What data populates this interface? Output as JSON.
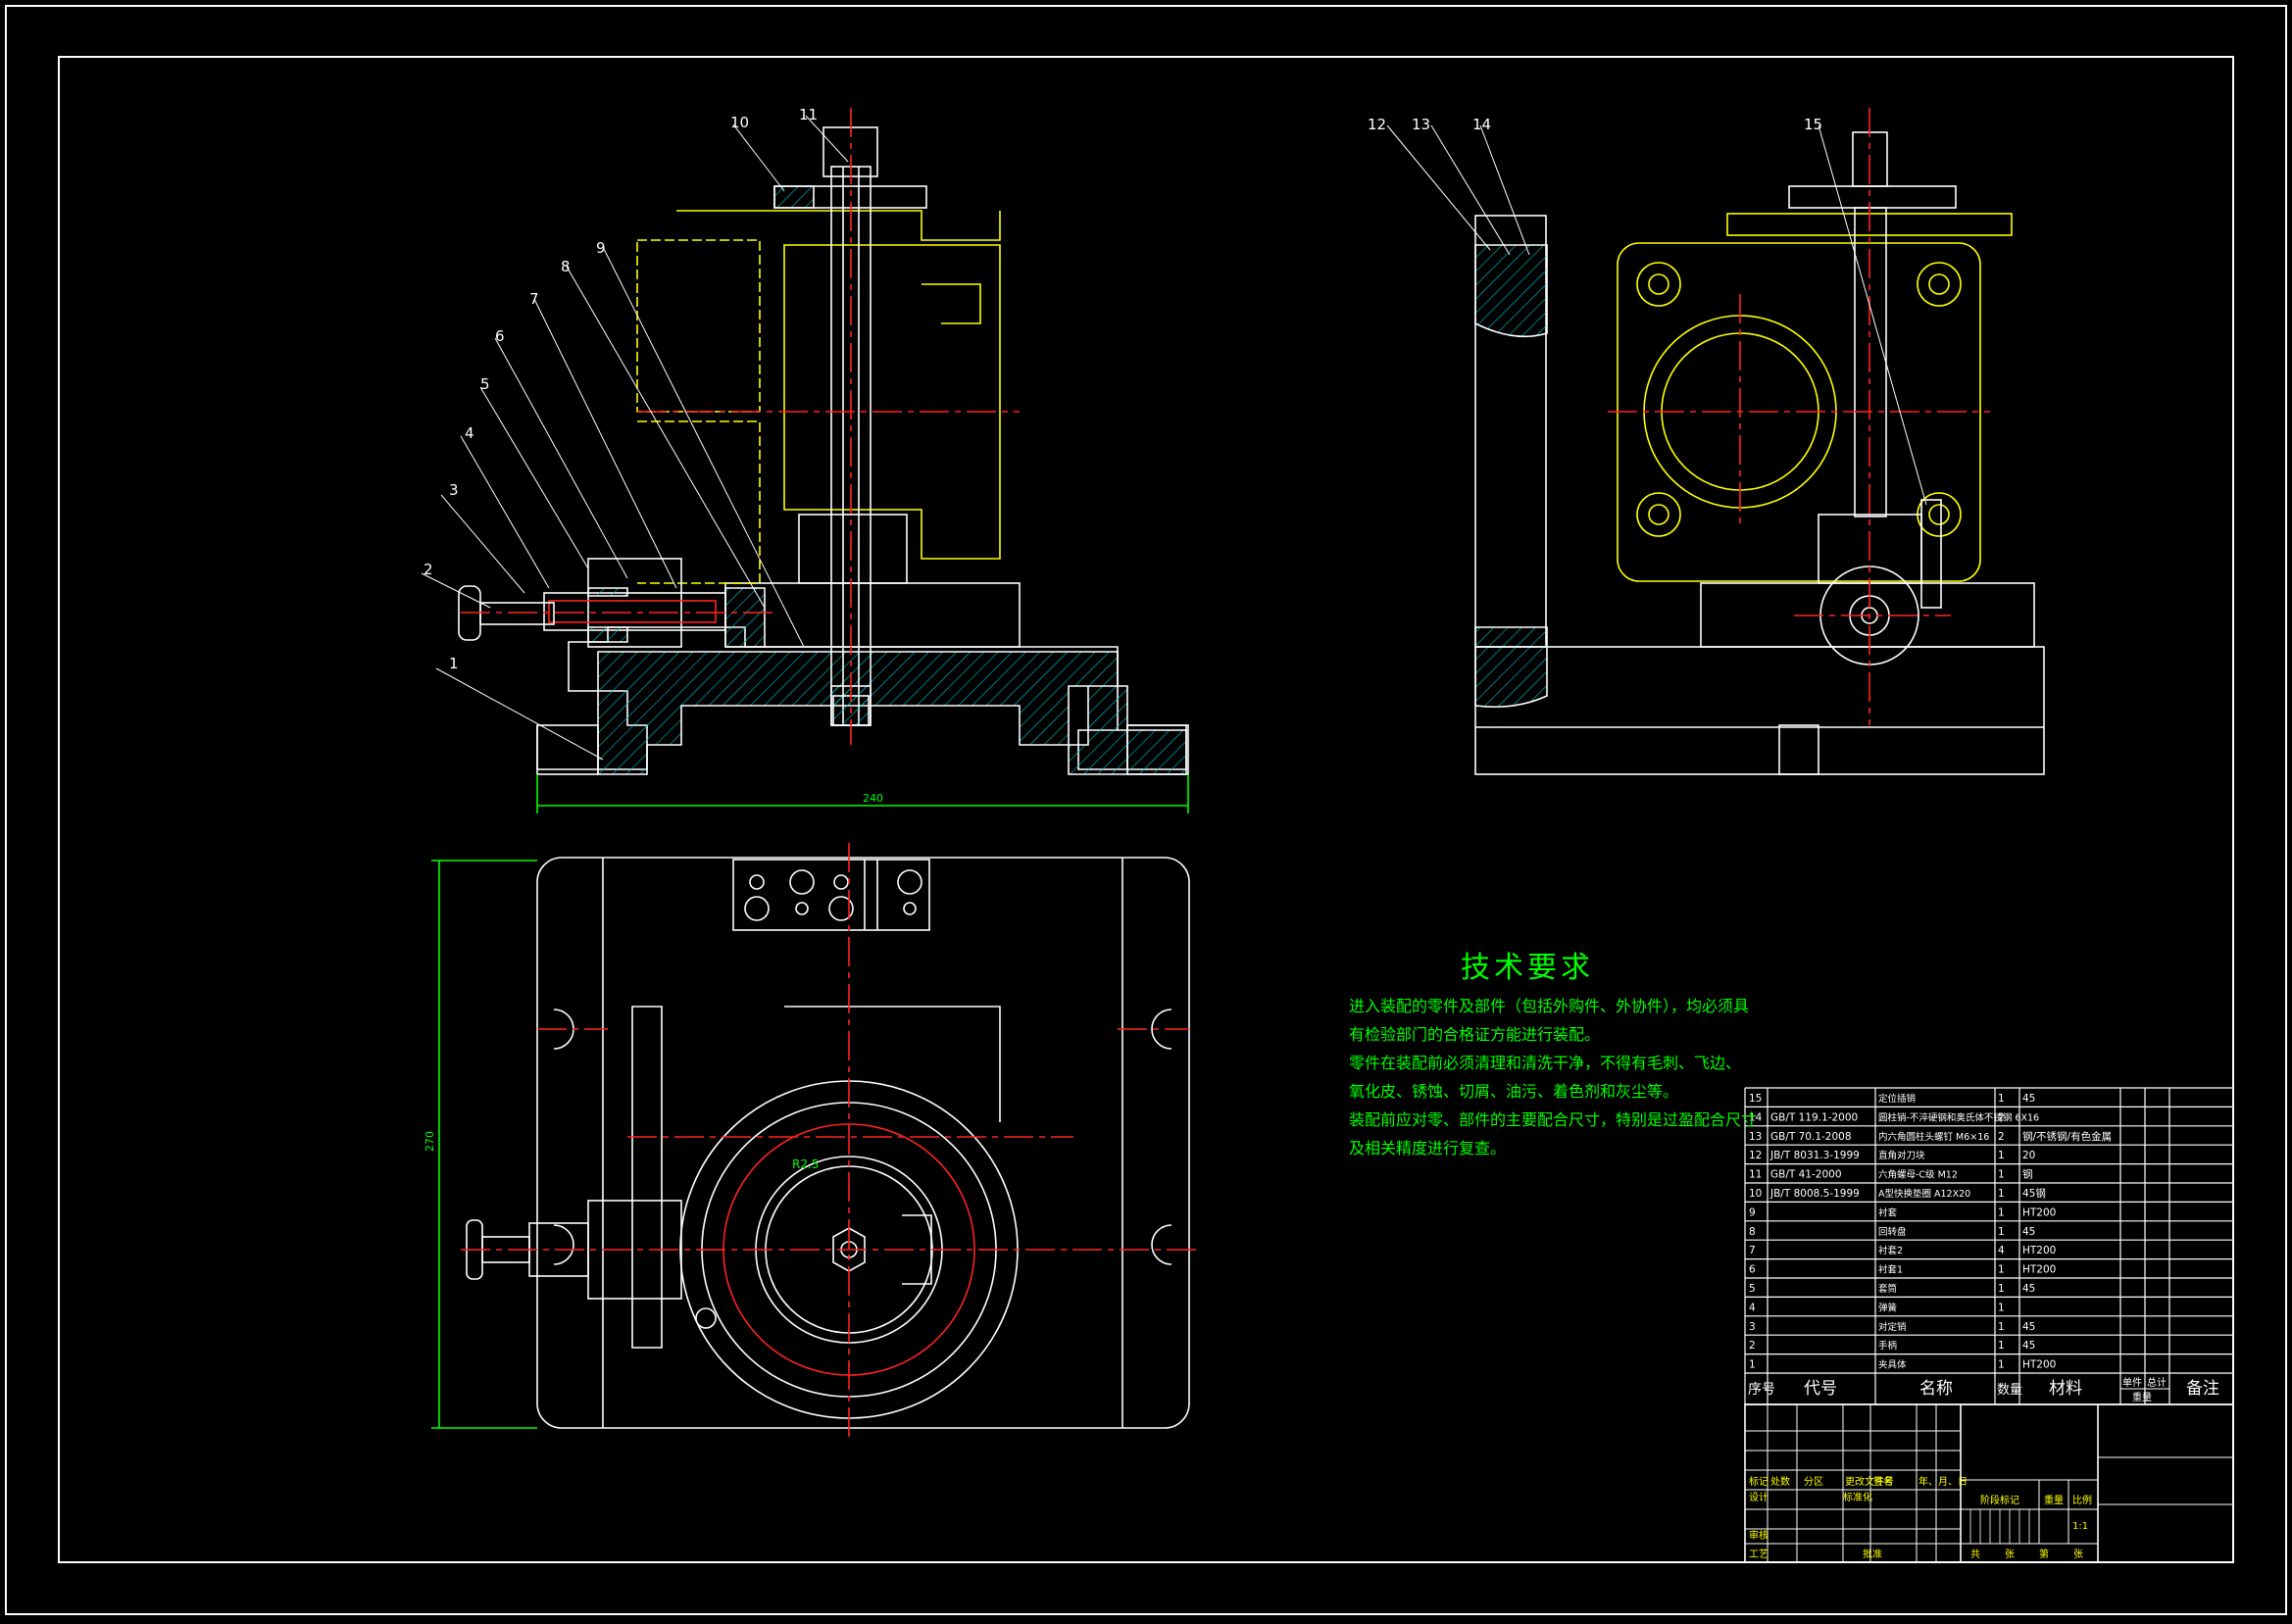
{
  "drawing": {
    "colors": {
      "background": "#000000",
      "outline": "#ffffff",
      "center": "#ff2222",
      "hidden": "#ffff00",
      "hatch": "#00c8c8",
      "dimension": "#00ff00",
      "text": "#00ff00"
    },
    "dimensions": {
      "base_width": "240",
      "base_depth": "270",
      "radius": "R2.5"
    },
    "balloons_front": [
      "1",
      "2",
      "3",
      "4",
      "5",
      "6",
      "7",
      "8",
      "9",
      "10",
      "11"
    ],
    "balloons_side": [
      "12",
      "13",
      "14",
      "15"
    ]
  },
  "tech_req": {
    "title": "技术要求",
    "lines": [
      "进入装配的零件及部件（包括外购件、外协件），均必须具",
      "有检验部门的合格证方能进行装配。",
      "零件在装配前必须清理和清洗干净，不得有毛刺、飞边、",
      "氧化皮、锈蚀、切屑、油污、着色剂和灰尘等。",
      "装配前应对零、部件的主要配合尺寸，特别是过盈配合尺寸",
      "及相关精度进行复查。"
    ]
  },
  "bom": {
    "headers": [
      "序号",
      "代号",
      "名称",
      "数量",
      "材料",
      "单件",
      "总计",
      "重量",
      "备注"
    ],
    "rows": [
      [
        "15",
        "",
        "定位插销",
        "1",
        "45"
      ],
      [
        "14",
        "GB/T 119.1-2000",
        "圆柱销-不淬硬钢和奥氏体不锈钢 6X16",
        "2",
        ""
      ],
      [
        "13",
        "GB/T 70.1-2008",
        "内六角圆柱头螺钉 M6×16",
        "2",
        "钢/不锈钢/有色金属"
      ],
      [
        "12",
        "JB/T 8031.3-1999",
        "直角对刀块",
        "1",
        "20"
      ],
      [
        "11",
        "GB/T 41-2000",
        "六角螺母-C级 M12",
        "1",
        "钢"
      ],
      [
        "10",
        "JB/T 8008.5-1999",
        "A型快换垫圈 A12X20",
        "1",
        "45钢"
      ],
      [
        "9",
        "",
        "衬套",
        "1",
        "HT200"
      ],
      [
        "8",
        "",
        "回转盘",
        "1",
        "45"
      ],
      [
        "7",
        "",
        "衬套2",
        "4",
        "HT200"
      ],
      [
        "6",
        "",
        "衬套1",
        "1",
        "HT200"
      ],
      [
        "5",
        "",
        "套筒",
        "1",
        "45"
      ],
      [
        "4",
        "",
        "弹簧",
        "1",
        ""
      ],
      [
        "3",
        "",
        "对定销",
        "1",
        "45"
      ],
      [
        "2",
        "",
        "手柄",
        "1",
        "45"
      ],
      [
        "1",
        "",
        "夹具体",
        "1",
        "HT200"
      ]
    ]
  },
  "title_block": {
    "row_labels": [
      "标记",
      "处数",
      "分区",
      "更改文件号",
      "签名",
      "年、月、日"
    ],
    "design": "设计",
    "standard": "标准化",
    "review": "审核",
    "process": "工艺",
    "approve": "批准",
    "stage": "阶段标记",
    "weight": "重量",
    "scale": "比例",
    "scale_value": "1:1",
    "total": "共",
    "sheets": "张",
    "page": "第",
    "sheets2": "张"
  }
}
